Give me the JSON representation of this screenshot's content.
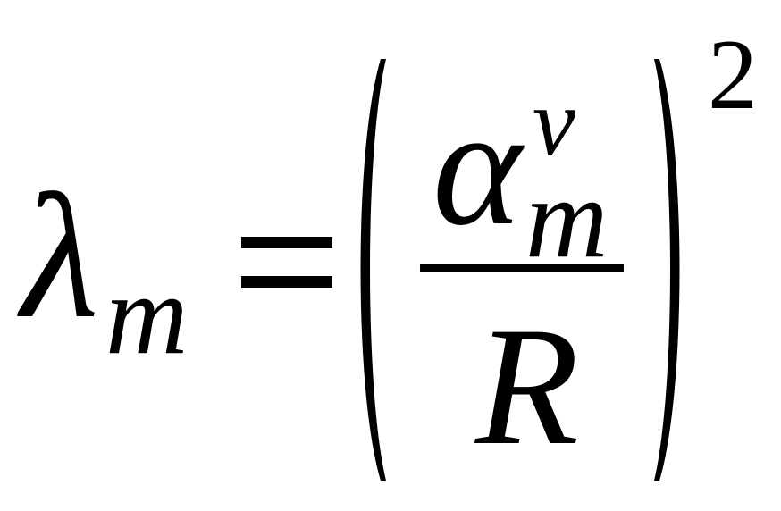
{
  "formula": {
    "lhs_symbol": "λ",
    "lhs_subscript": "m",
    "relation": "=",
    "numerator_symbol": "α",
    "numerator_superscript": "ν",
    "numerator_subscript": "m",
    "denominator_symbol": "R",
    "exponent": "2"
  },
  "colors": {
    "ink": "#000000",
    "background": "#ffffff"
  }
}
